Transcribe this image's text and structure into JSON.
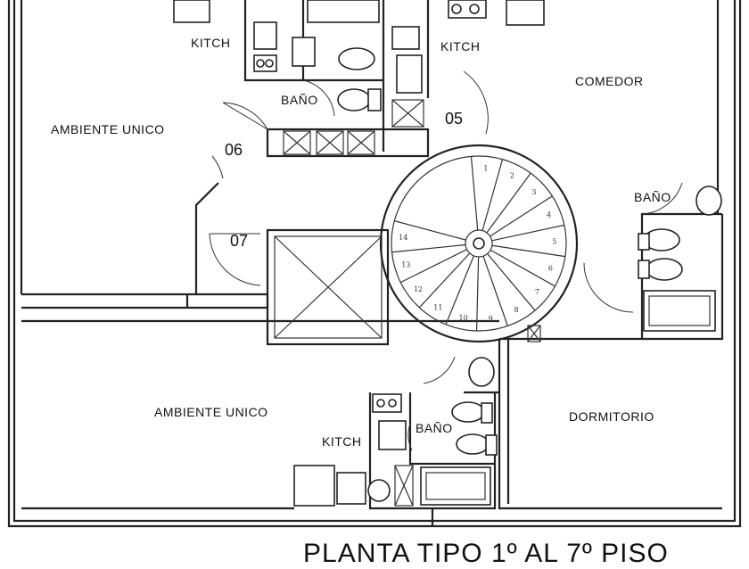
{
  "title": "PLANTA TIPO 1º AL 7º PISO",
  "rooms": {
    "kitch_top_left": "KITCH",
    "kitch_top_right": "KITCH",
    "bano_top": "BAÑO",
    "ambiente_unico_top": "AMBIENTE UNICO",
    "comedor": "COMEDOR",
    "bano_right": "BAÑO",
    "ambiente_unico_bottom": "AMBIENTE UNICO",
    "kitch_bottom": "KITCH",
    "bano_bottom": "BAÑO",
    "dormitorio": "DORMITORIO"
  },
  "units": {
    "u05": "05",
    "u06": "06",
    "u07": "07"
  },
  "stair_steps": [
    "1",
    "2",
    "3",
    "4",
    "5",
    "6",
    "7",
    "8",
    "9",
    "10",
    "11",
    "12",
    "13",
    "14"
  ]
}
